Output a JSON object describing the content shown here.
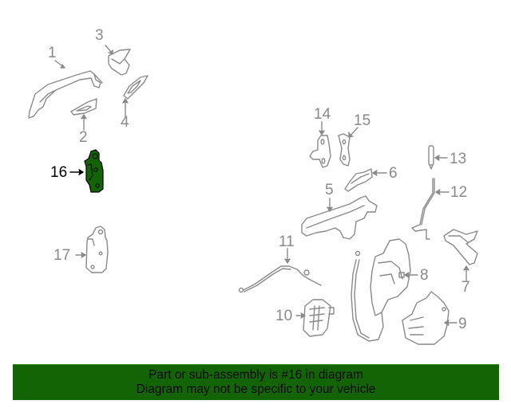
{
  "diagram": {
    "highlight_color": "#136405",
    "line_color": "#8a8a8a",
    "highlighted_part": "16",
    "callouts": [
      {
        "id": "1",
        "label": "1"
      },
      {
        "id": "2",
        "label": "2"
      },
      {
        "id": "3",
        "label": "3"
      },
      {
        "id": "4",
        "label": "4"
      },
      {
        "id": "5",
        "label": "5"
      },
      {
        "id": "6",
        "label": "6"
      },
      {
        "id": "7",
        "label": "7"
      },
      {
        "id": "8",
        "label": "8"
      },
      {
        "id": "9",
        "label": "9"
      },
      {
        "id": "10",
        "label": "10"
      },
      {
        "id": "11",
        "label": "11"
      },
      {
        "id": "12",
        "label": "12"
      },
      {
        "id": "13",
        "label": "13"
      },
      {
        "id": "14",
        "label": "14"
      },
      {
        "id": "15",
        "label": "15"
      },
      {
        "id": "16",
        "label": "16"
      },
      {
        "id": "17",
        "label": "17"
      }
    ]
  },
  "banner": {
    "line1": "Part or sub-assembly is #16 in diagram",
    "line2": "Diagram may not be specific to your vehicle",
    "background": "#136405"
  }
}
